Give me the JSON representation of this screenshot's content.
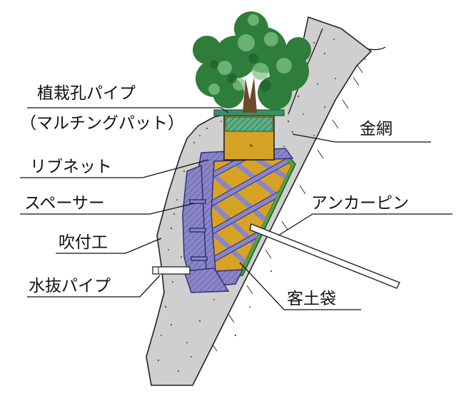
{
  "labels": {
    "planting_pipe": "植栽孔パイプ",
    "planting_pipe_sub": "（マルチングパット）",
    "wire_mesh": "金網",
    "rib_net": "リブネット",
    "spacer": "スペーサー",
    "anchor_pin": "アンカーピン",
    "shotcrete": "吹付工",
    "drain_pipe": "水抜パイプ",
    "soil_bag": "客土袋"
  },
  "colors": {
    "concrete": "#cfcfcf",
    "soil": "#d6a326",
    "lattice": "#8a86c6",
    "lattice_edge": "#33307a",
    "green_bag": "#4aa84a",
    "tree_dark": "#2f7d3a",
    "tree_light": "#7fc38a",
    "pipe_top": "#3a8f64"
  },
  "icons": {
    "tree": "tree-icon"
  }
}
